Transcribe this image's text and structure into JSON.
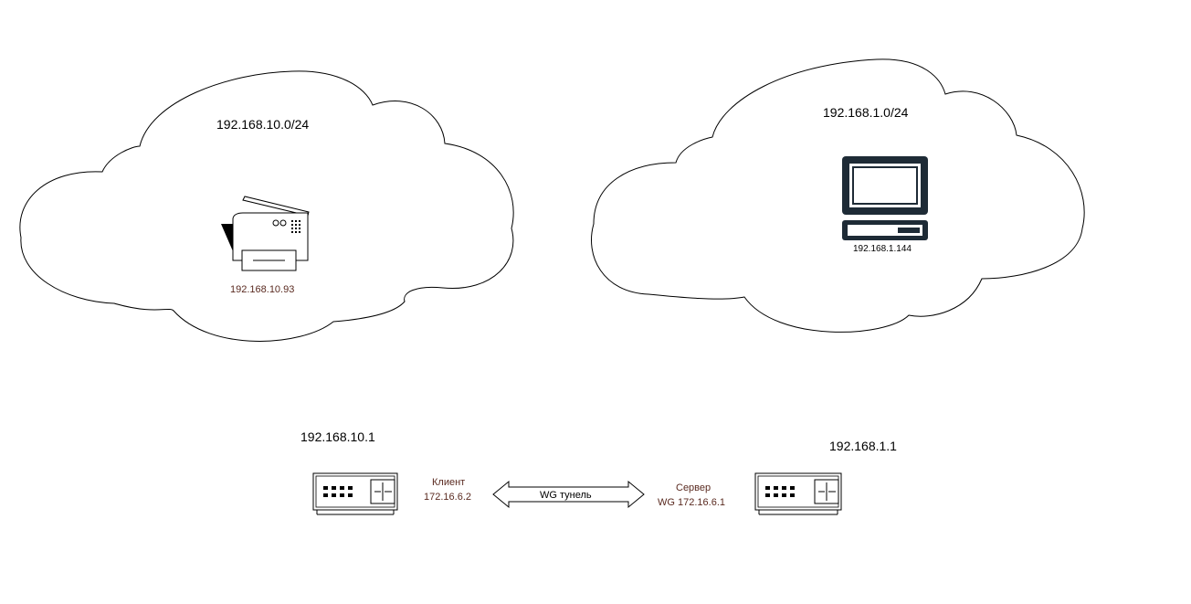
{
  "networks": {
    "left": {
      "subnet": "192.168.10.0/24",
      "device_ip": "192.168.10.93",
      "device_icon": "printer-icon"
    },
    "right": {
      "subnet": "192.168.1.0/24",
      "device_ip": "192.168.1.144",
      "device_icon": "computer-icon"
    }
  },
  "routers": {
    "left": {
      "ip": "192.168.10.1",
      "role": "Клиент",
      "tunnel_ip": "172.16.6.2",
      "icon": "router-icon"
    },
    "right": {
      "ip": "192.168.1.1",
      "role": "Сервер",
      "tunnel_ip": "WG 172.16.6.1",
      "icon": "router-icon"
    }
  },
  "tunnel": {
    "label": "WG тунель"
  },
  "colors": {
    "line": "#000000",
    "label_brown": "#5a2a20",
    "device_dark": "#1e2b36",
    "background": "#ffffff"
  }
}
